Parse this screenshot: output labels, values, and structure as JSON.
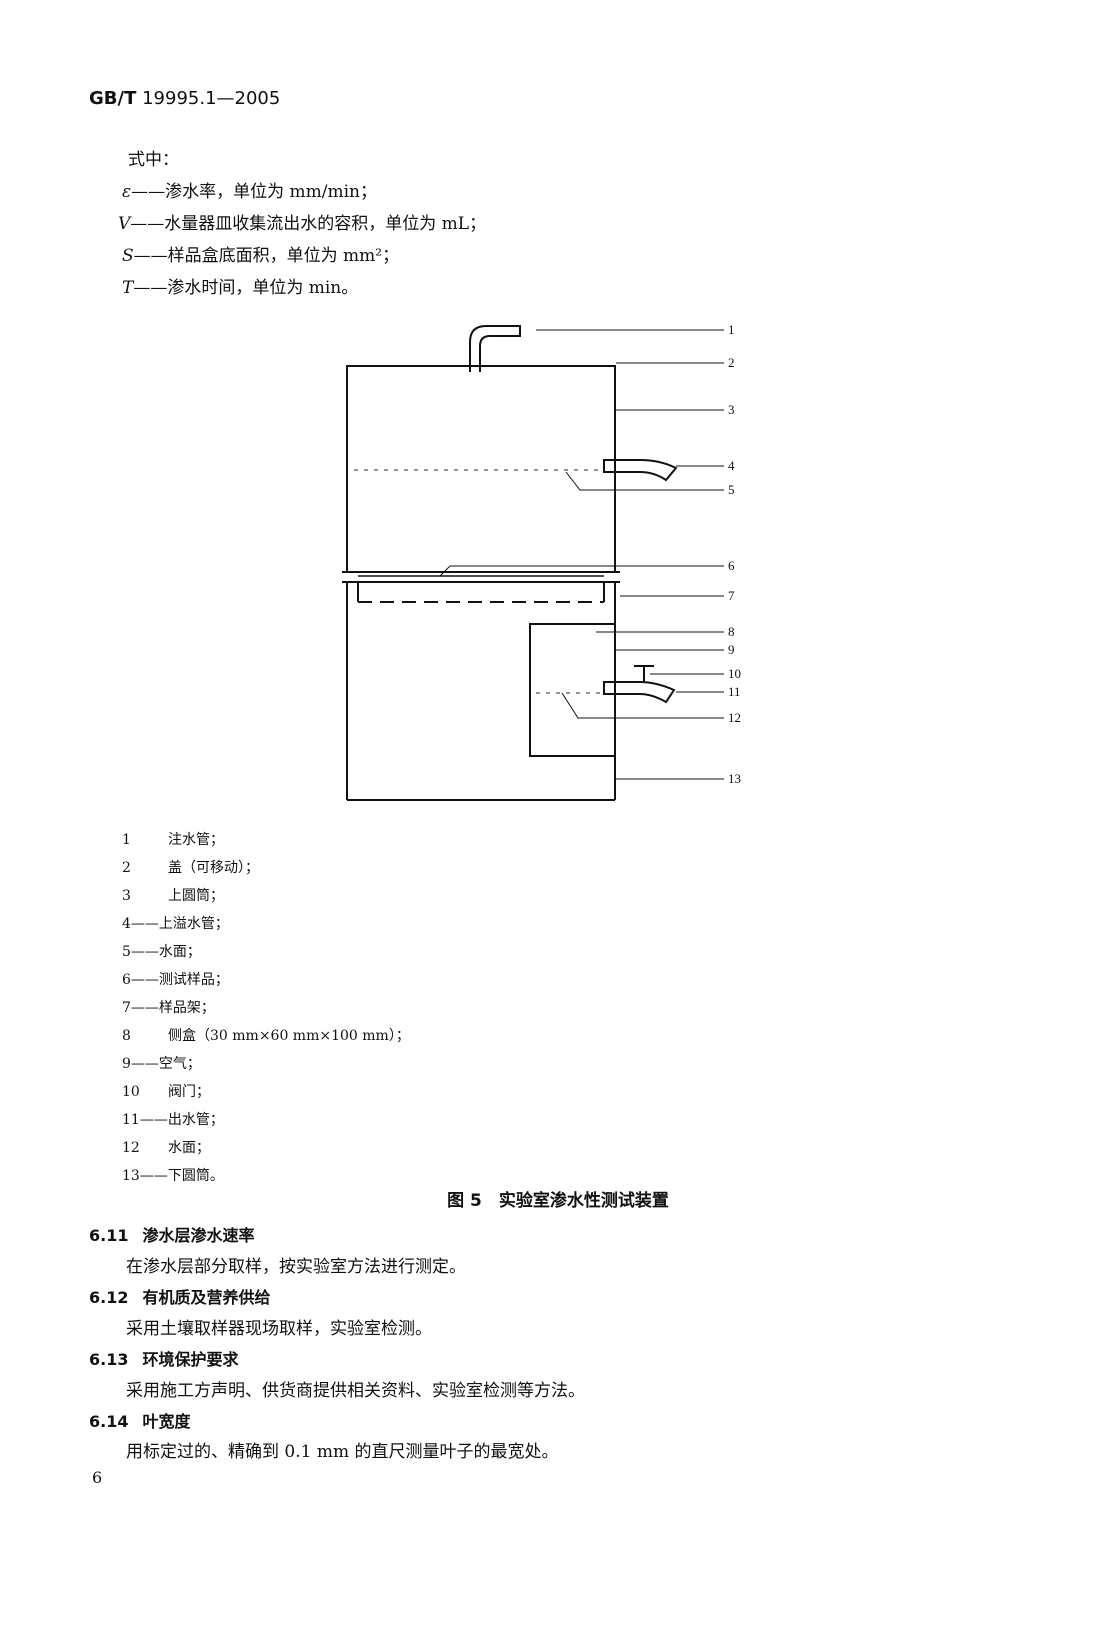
{
  "header": {
    "code": "GB/T",
    "number": "19995.1—2005"
  },
  "intro": "式中：",
  "definitions": [
    {
      "symbol": "ε",
      "dash": "——",
      "text": "渗水率，单位为 mm/min；"
    },
    {
      "symbol": "V",
      "dash": "——",
      "text": "水量器皿收集流出水的容积，单位为 mL；"
    },
    {
      "symbol": "S",
      "dash": "——",
      "text": "样品盒底面积，单位为 mm²；"
    },
    {
      "symbol": "T",
      "dash": "——",
      "text": "渗水时间，单位为 min。"
    }
  ],
  "callouts": [
    "1",
    "2",
    "3",
    "4",
    "5",
    "6",
    "7",
    "8",
    "9",
    "10",
    "11",
    "12",
    "13"
  ],
  "legend": [
    {
      "num": "1",
      "text": "注水管；"
    },
    {
      "num": "2",
      "text": "盖（可移动）；"
    },
    {
      "num": "3",
      "text": "上圆筒；"
    },
    {
      "num": "4",
      "text": "——上溢水管；"
    },
    {
      "num": "5",
      "text": "——水面；"
    },
    {
      "num": "6",
      "text": "——测试样品；"
    },
    {
      "num": "7",
      "text": "——样品架；"
    },
    {
      "num": "8",
      "text": "侧盒（30 mm×60 mm×100 mm）；"
    },
    {
      "num": "9",
      "text": "——空气；"
    },
    {
      "num": "10",
      "text": "阀门；"
    },
    {
      "num": "11",
      "text": "——出水管；"
    },
    {
      "num": "12",
      "text": "水面；"
    },
    {
      "num": "13",
      "text": "——下圆筒。"
    }
  ],
  "figure_caption": "图 5　实验室渗水性测试装置",
  "sections": [
    {
      "num": "6.11",
      "title": "渗水层渗水速率",
      "body": "在渗水层部分取样，按实验室方法进行测定。"
    },
    {
      "num": "6.12",
      "title": "有机质及营养供给",
      "body": "采用土壤取样器现场取样，实验室检测。"
    },
    {
      "num": "6.13",
      "title": "环境保护要求",
      "body": "采用施工方声明、供货商提供相关资料、实验室检测等方法。"
    },
    {
      "num": "6.14",
      "title": "叶宽度",
      "body": "用标定过的、精确到 0.1 mm 的直尺测量叶子的最宽处。"
    }
  ],
  "page_number": "6"
}
